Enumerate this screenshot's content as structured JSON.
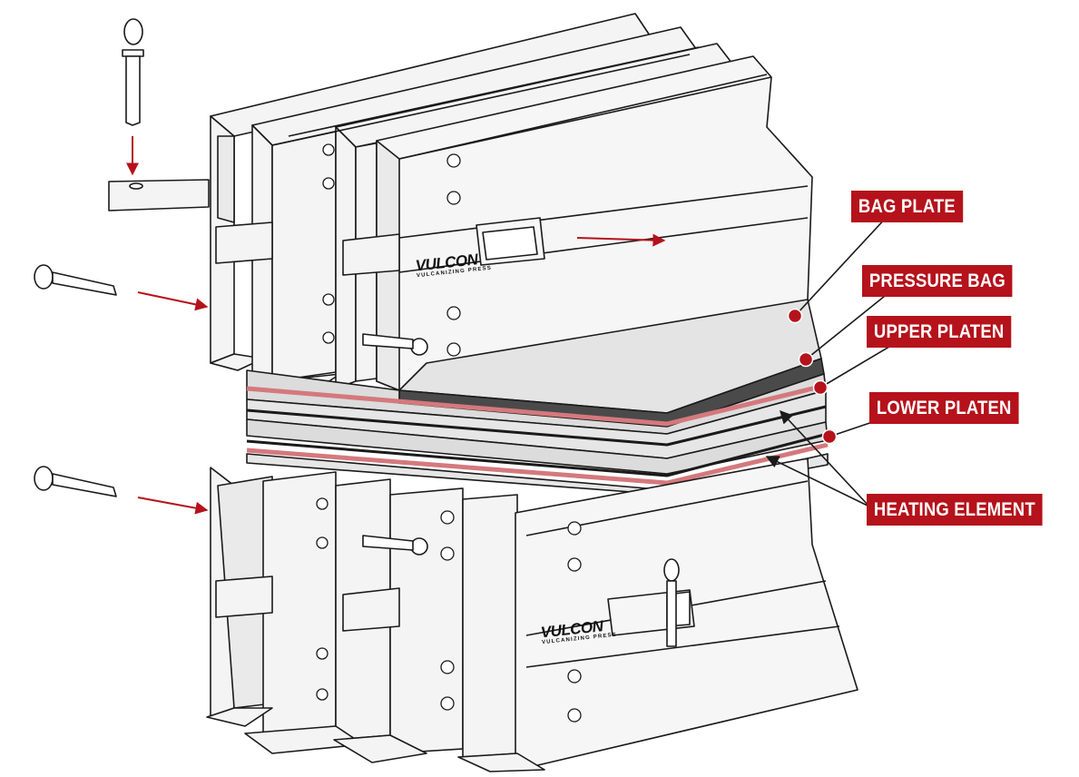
{
  "brand": {
    "logo_text": "VULCON",
    "logo_subtext": "VULCANIZING PRESS"
  },
  "callouts": [
    {
      "id": "bag-plate",
      "label": "BAG PLATE"
    },
    {
      "id": "pressure-bag",
      "label": "PRESSURE BAG"
    },
    {
      "id": "upper-platen",
      "label": "UPPER PLATEN"
    },
    {
      "id": "lower-platen",
      "label": "LOWER PLATEN"
    },
    {
      "id": "heating-element",
      "label": "HEATING ELEMENT"
    }
  ],
  "colors": {
    "accent": "#b5121b",
    "line": "#1a1a1a",
    "metal": "#f2f2f2",
    "bag_plate": "#e4e4e4",
    "pressure_bag": "#4a4a4a",
    "platen": "#dcdcdc",
    "heating": "#d4797d"
  }
}
